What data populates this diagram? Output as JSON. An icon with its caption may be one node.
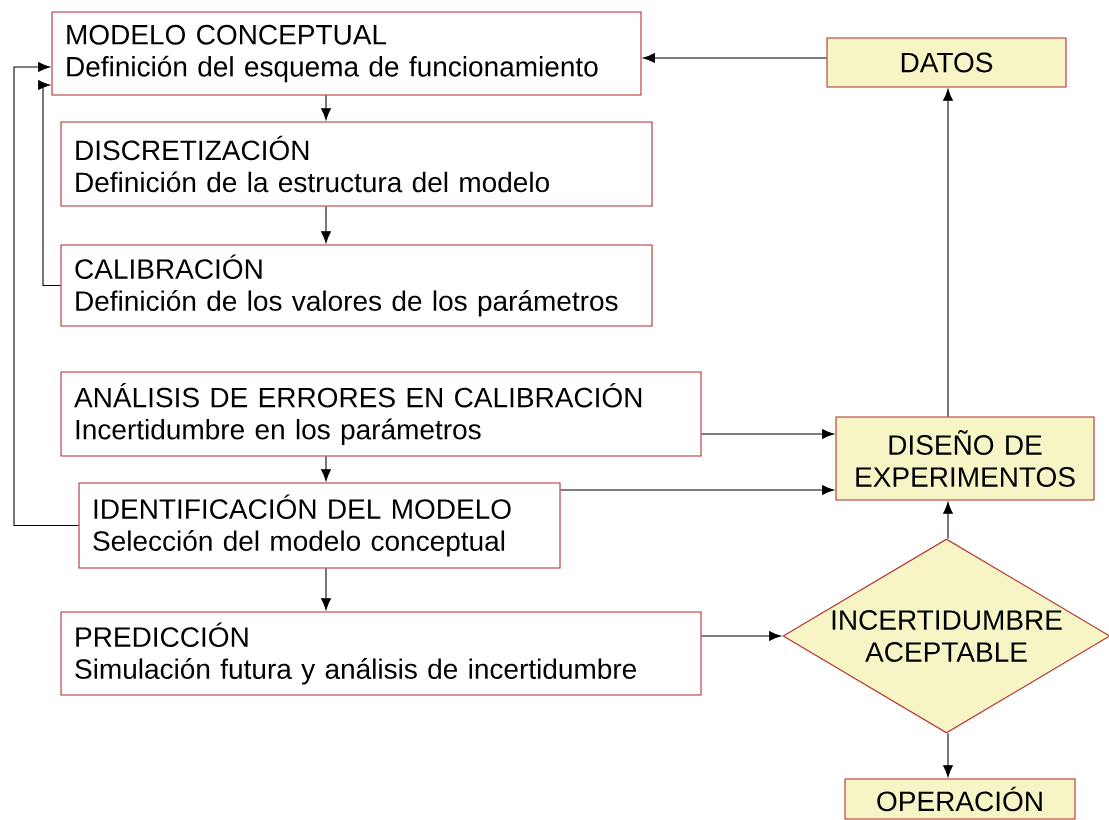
{
  "diagram": {
    "nodes": [
      {
        "text": [
          "MODELO CONCEPTUAL",
          "Definición del esquema de funcionamiento"
        ]
      },
      {
        "text": [
          "DISCRETIZACIÓN",
          "Definición de la estructura del modelo"
        ]
      },
      {
        "text": [
          "CALIBRACIÓN",
          "Definición de los valores de los parámetros"
        ]
      },
      {
        "text": [
          "ANÁLISIS DE ERRORES EN CALIBRACIÓN",
          "Incertidumbre en los parámetros"
        ]
      },
      {
        "text": [
          "IDENTIFICACIÓN DEL MODELO",
          "Selección del modelo conceptual"
        ]
      },
      {
        "text": [
          "PREDICCIÓN",
          "Simulación futura y análisis de incertidumbre"
        ]
      },
      {
        "text": [
          "DATOS"
        ]
      },
      {
        "text": [
          "DISEÑO DE EXPERIMENTOS"
        ]
      },
      {
        "text": [
          "INCERTIDUMBRE ACEPTABLE"
        ]
      },
      {
        "text": [
          "OPERACIÓN"
        ]
      }
    ],
    "edges": [
      {
        "from": 0,
        "to": 1,
        "arrow": "to"
      },
      {
        "from": 1,
        "to": 2,
        "arrow": "to"
      },
      {
        "from": 2,
        "to": 0,
        "arrow": "to"
      },
      {
        "from": 4,
        "to": 0,
        "arrow": "to"
      },
      {
        "from": 3,
        "to": 4,
        "arrow": "to"
      },
      {
        "from": 4,
        "to": 5,
        "arrow": "to"
      },
      {
        "from": 6,
        "to": 0,
        "arrow": "to"
      },
      {
        "from": 3,
        "to": 7,
        "arrow": "to"
      },
      {
        "from": 4,
        "to": 7,
        "arrow": "to"
      },
      {
        "from": 5,
        "to": 8,
        "arrow": "to"
      },
      {
        "from": 8,
        "to": 7,
        "arrow": "to"
      },
      {
        "from": 7,
        "to": 6,
        "arrow": "to"
      },
      {
        "from": 8,
        "to": 9,
        "arrow": "to"
      }
    ]
  }
}
